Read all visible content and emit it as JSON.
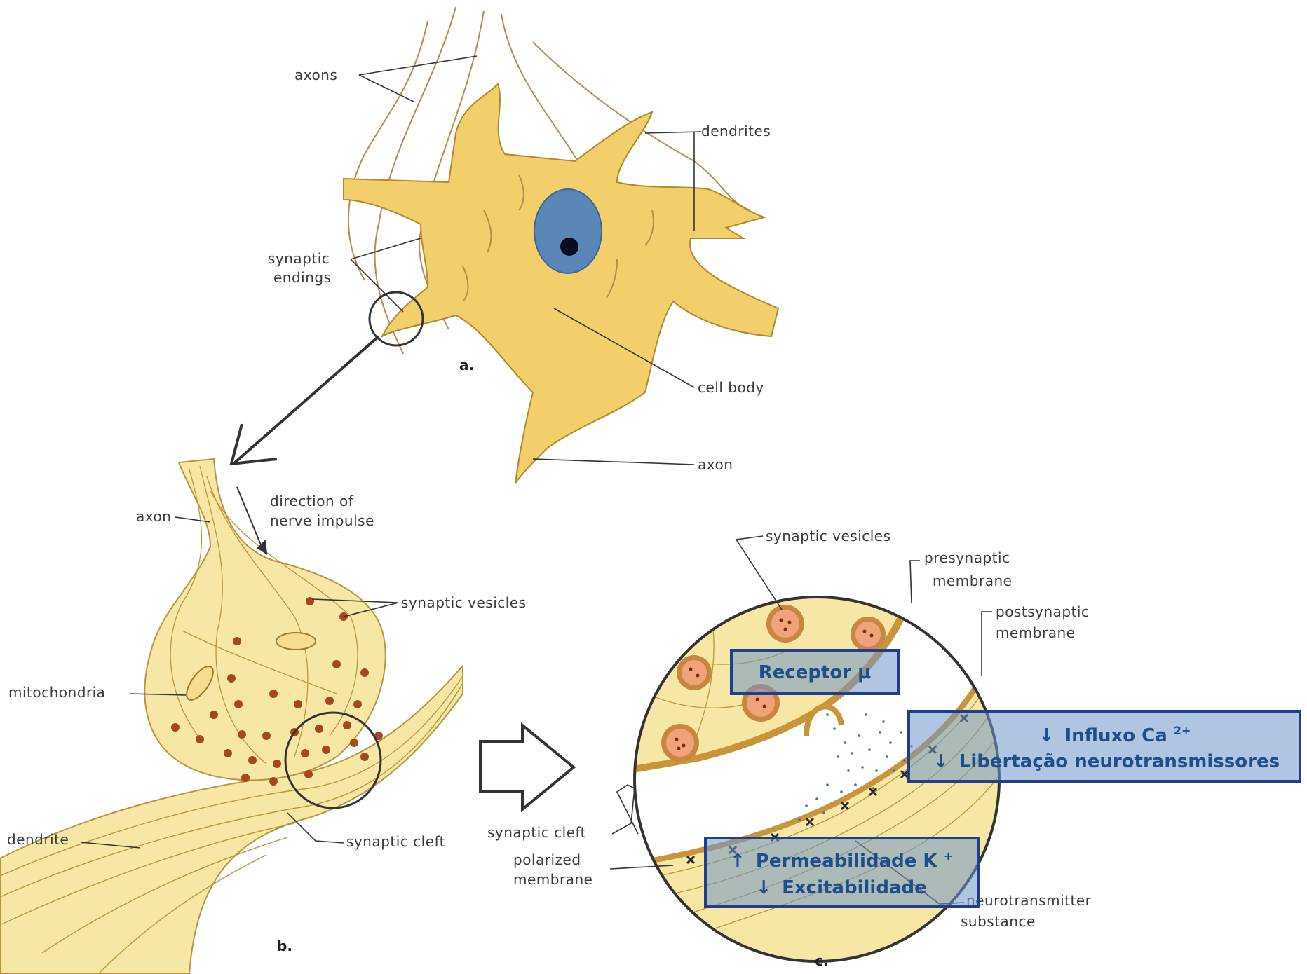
{
  "panel_a": {
    "letter": "a.",
    "labels": {
      "axons": "axons",
      "dendrites": "dendrites",
      "synaptic_endings_1": "synaptic",
      "synaptic_endings_2": "endings",
      "cell_body": "cell body",
      "axon": "axon"
    }
  },
  "panel_b": {
    "letter": "b.",
    "labels": {
      "axon": "axon",
      "direction_1": "direction of",
      "direction_2": "nerve impulse",
      "synaptic_vesicles": "synaptic vesicles",
      "mitochondria": "mitochondria",
      "dendrite": "dendrite",
      "synaptic_cleft": "synaptic cleft"
    }
  },
  "panel_c": {
    "letter": "c.",
    "labels": {
      "synaptic_vesicles": "synaptic vesicles",
      "presynaptic_1": "presynaptic",
      "presynaptic_2": "membrane",
      "postsynaptic_1": "postsynaptic",
      "postsynaptic_2": "membrane",
      "synaptic_cleft": "synaptic cleft",
      "polarized_1": "polarized",
      "polarized_2": "membrane",
      "neurotransmitter_1": "neurotransmitter",
      "neurotransmitter_2": "substance"
    }
  },
  "annotations": {
    "receptor": "Receptor μ",
    "influx_arrow": "↓",
    "influx_text": "Influxo Ca",
    "influx_sup": "2+",
    "release_arrow": "↓",
    "release_text": "Libertação neurotransmissores",
    "perm_arrow": "↑",
    "perm_text": "Permeabilidade K",
    "perm_sup": "+",
    "excit_arrow": "↓",
    "excit_text": "Excitabilidade"
  },
  "colors": {
    "cell": "#f2cf6a",
    "cell_outline": "#b08a2a",
    "nucleus": "#5b86b8",
    "nucleolus": "#0a0a20",
    "terminal": "#f7e7a4",
    "terminal_lines": "#b7963d",
    "vesicle": "#a8461f",
    "annotation_box": "#6f95c8",
    "annotation_border": "#1f3f8a",
    "annotation_text": "#1f4e8c"
  }
}
